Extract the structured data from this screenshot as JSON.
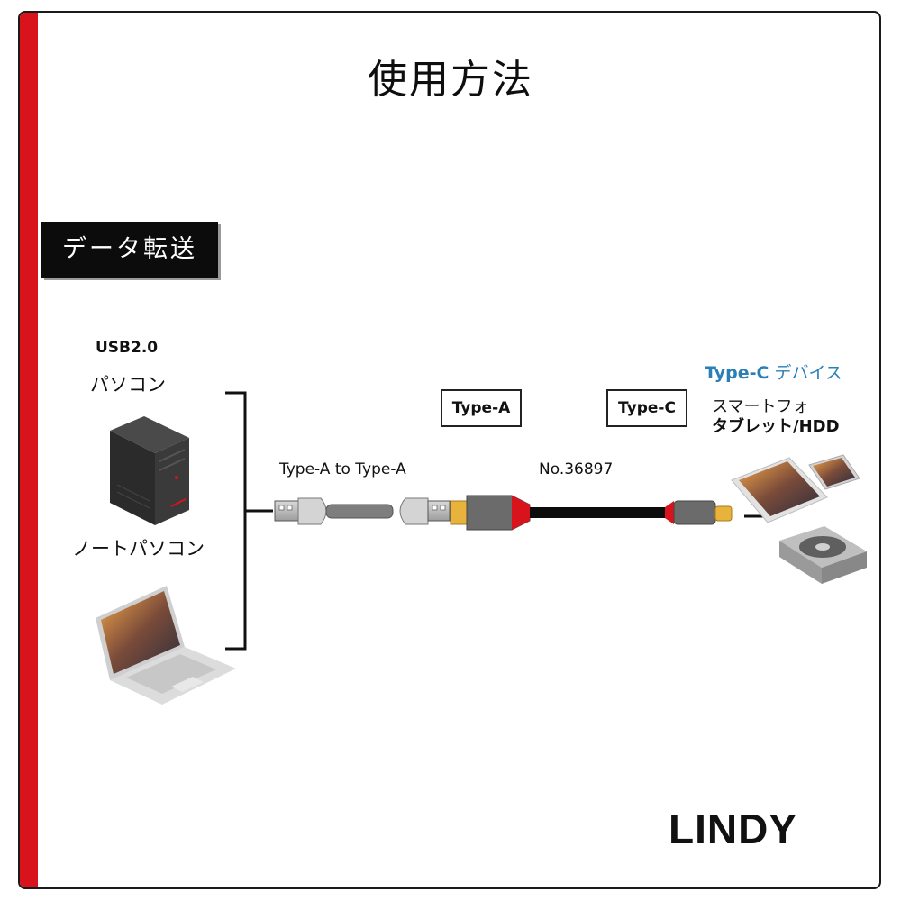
{
  "title": "使用方法",
  "section_label": "データ転送",
  "source": {
    "spec": "USB2.0",
    "desktop_label": "パソコン",
    "laptop_label": "ノートパソコン"
  },
  "adapter_label": "Type-A to Type-A",
  "connector_a_label": "Type-A",
  "connector_c_label": "Type-C",
  "model_label": "No.36897",
  "target": {
    "title_bold": "Type-C",
    "title_rest": " デバイス",
    "line1": "スマートフォ",
    "line2": "タブレット/HDD"
  },
  "logo": "LINDY",
  "colors": {
    "accent_red": "#d9131b",
    "type_c_blue": "#2a7fb6",
    "gold_plug": "#e8b33c"
  }
}
